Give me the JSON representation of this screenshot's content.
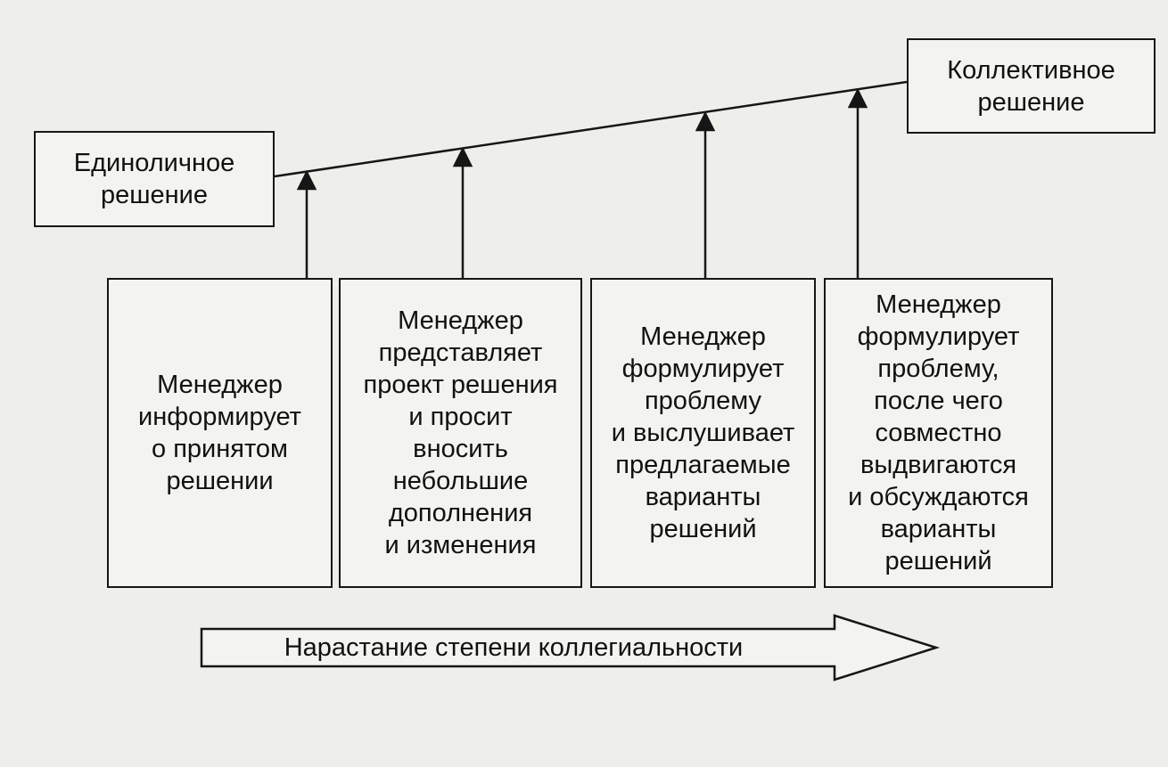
{
  "diagram": {
    "ends": {
      "left": "Единоличное\nрешение",
      "right": "Коллективное\nрешение"
    },
    "levels": [
      "Менеджер\nинформирует\nо принятом\nрешении",
      "Менеджер\nпредставляет\nпроект решения\nи просит\nвносить\nнебольшие\nдополнения\nи изменения",
      "Менеджер\nформулирует\nпроблему\nи выслушивает\nпредлагаемые\nварианты\nрешений",
      "Менеджер\nформулирует\nпроблему,\nпосле чего\nсовместно\nвыдвигаются\nи обсуждаются\nварианты\nрешений"
    ],
    "direction_label": "Нарастание степени коллегиальности"
  }
}
